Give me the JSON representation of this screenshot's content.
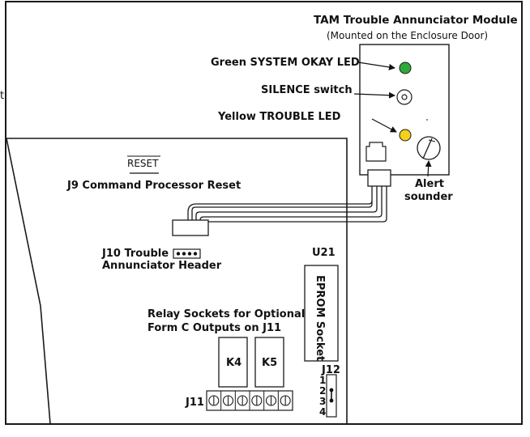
{
  "tam_module": {
    "title": "TAM Trouble Annunciator Module",
    "subtitle": "(Mounted on the Enclosure Door)"
  },
  "callouts": {
    "green_led": "Green SYSTEM  OKAY LED",
    "silence_switch": "SILENCE switch",
    "yellow_led": "Yellow TROUBLE LED",
    "alert_sounder_line1": "Alert",
    "alert_sounder_line2": "sounder"
  },
  "board": {
    "reset_overline": "RESET",
    "j9_label": "J9 Command Processor Reset",
    "j10_line1": "J10 Trouble",
    "j10_line2": "Annunciator Header",
    "u21_label": "U21",
    "eprom_label": "EPROM Socket",
    "relay_line1": "Relay Sockets for Optional",
    "relay_line2": "Form C Outputs on J11",
    "k4": "K4",
    "k5": "K5",
    "j11": "J11",
    "j12": "J12",
    "j12_pins": [
      "1",
      "2",
      "3",
      "4"
    ],
    "edge_fragment": "t"
  },
  "colors": {
    "green_led": "#2ea83a",
    "yellow_led": "#f2d21a",
    "outline": "#1a1a1a"
  }
}
